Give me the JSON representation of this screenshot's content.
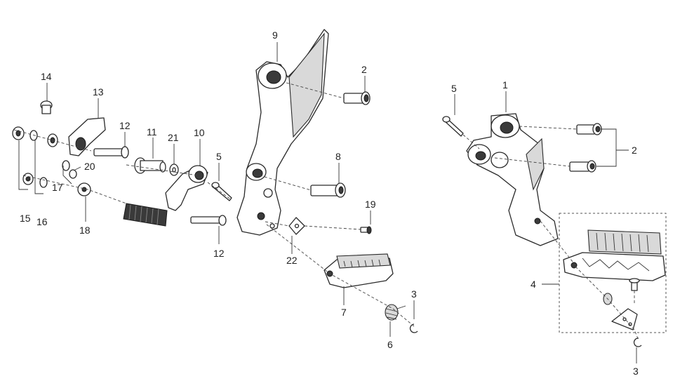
{
  "callouts": {
    "c1": "1",
    "c2a": "2",
    "c2b": "2",
    "c3a": "3",
    "c3b": "3",
    "c4": "4",
    "c5a": "5",
    "c5b": "5",
    "c6": "6",
    "c7": "7",
    "c8": "8",
    "c9": "9",
    "c10": "10",
    "c11": "11",
    "c12a": "12",
    "c12b": "12",
    "c13": "13",
    "c14": "14",
    "c15": "15",
    "c16": "16",
    "c17": "17",
    "c18": "18",
    "c19": "19",
    "c20": "20",
    "c21": "21",
    "c22": "22"
  }
}
